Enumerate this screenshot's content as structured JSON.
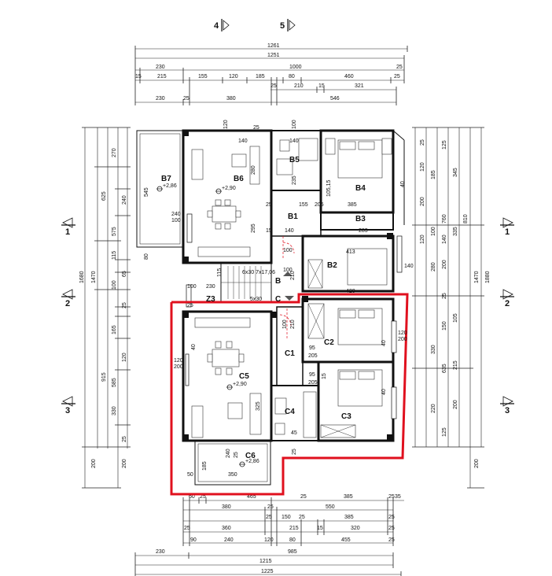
{
  "section_marks": {
    "top": [
      "4",
      "5"
    ],
    "left": [
      "1",
      "2",
      "3"
    ],
    "right": [
      "1",
      "2",
      "3"
    ]
  },
  "rooms": [
    "B7",
    "B6",
    "B5",
    "B4",
    "B3",
    "B1",
    "B2",
    "B",
    "C",
    "Z3",
    "C5",
    "C1",
    "C2",
    "C4",
    "C3",
    "C6"
  ],
  "levels": [
    "+2,86",
    "+2,90",
    "+2,90",
    "+2,86"
  ],
  "stair_note": "6x30\n7x17,06",
  "stair_note2": "5x30",
  "dims_top": {
    "r1": [
      "1261"
    ],
    "r2": [
      "1251"
    ],
    "r3": [
      "230",
      "1000",
      "25"
    ],
    "r4": [
      "15",
      "215",
      "155",
      "120",
      "185",
      "80",
      "460",
      "25"
    ],
    "r5": [
      "25",
      "210",
      "15",
      "321"
    ],
    "r6": [
      "230",
      "25",
      "380",
      "546"
    ]
  },
  "dims_bottom": {
    "r1": [
      "60",
      "25",
      "465",
      "25",
      "385",
      "25",
      "35"
    ],
    "r2": [
      "380",
      "25",
      "550"
    ],
    "r3": [
      "25",
      "150",
      "25",
      "385",
      "25"
    ],
    "r4": [
      "25",
      "360",
      "215",
      "15",
      "320",
      "25"
    ],
    "r5": [
      "90",
      "240",
      "120",
      "80",
      "455",
      "25"
    ],
    "r6": [
      "230",
      "985"
    ],
    "r7": [
      "1215"
    ],
    "r8": [
      "1225"
    ]
  },
  "dims_left": [
    "1680",
    "1470",
    "625",
    "915",
    "200",
    "200",
    "270",
    "545",
    "240",
    "575",
    "115",
    "100",
    "65",
    "25",
    "165",
    "120",
    "585",
    "330",
    "25"
  ],
  "dims_right": [
    "1880",
    "1470",
    "760",
    "810",
    "635",
    "200",
    "345",
    "335",
    "185",
    "100",
    "280",
    "330",
    "215",
    "220",
    "125",
    "25",
    "120",
    "200",
    "140",
    "120",
    "125",
    "200",
    "105",
    "25",
    "150",
    "200"
  ],
  "inner_dims": [
    "120",
    "140",
    "100",
    "140",
    "25",
    "280",
    "235",
    "155",
    "205",
    "25",
    "295",
    "140",
    "15",
    "283",
    "385",
    "413",
    "420",
    "100",
    "230",
    "115",
    "100",
    "25",
    "210",
    "100",
    "95",
    "205",
    "95",
    "205",
    "15",
    "325",
    "240",
    "25",
    "185",
    "350",
    "60",
    "50",
    "120",
    "200",
    "240",
    "80",
    "100",
    "240",
    "15",
    "25",
    "45",
    "120",
    "200",
    "140",
    "40",
    "40",
    "40",
    "210",
    "105,15",
    "100",
    "40"
  ]
}
